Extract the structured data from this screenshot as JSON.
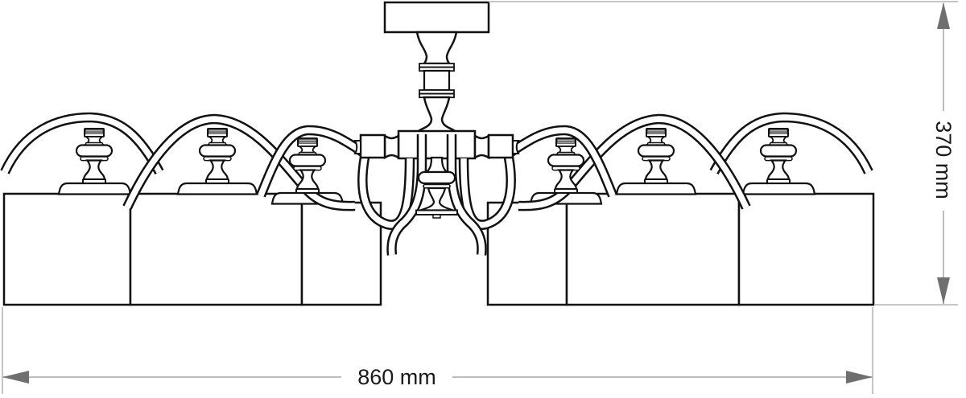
{
  "diagram": {
    "type": "chandelier-dimension-drawing",
    "shade_count": "6",
    "dimensions": {
      "width_label": "860 mm",
      "height_label": "370 mm"
    },
    "colors": {
      "outline": "#111111",
      "dimension_line": "#bdbdbd",
      "extension_line": "#c6c6c6",
      "arrow": "#6f6f6f",
      "label_text": "#1a1a1a",
      "metal_top_gray": "#a8a8a8"
    }
  }
}
